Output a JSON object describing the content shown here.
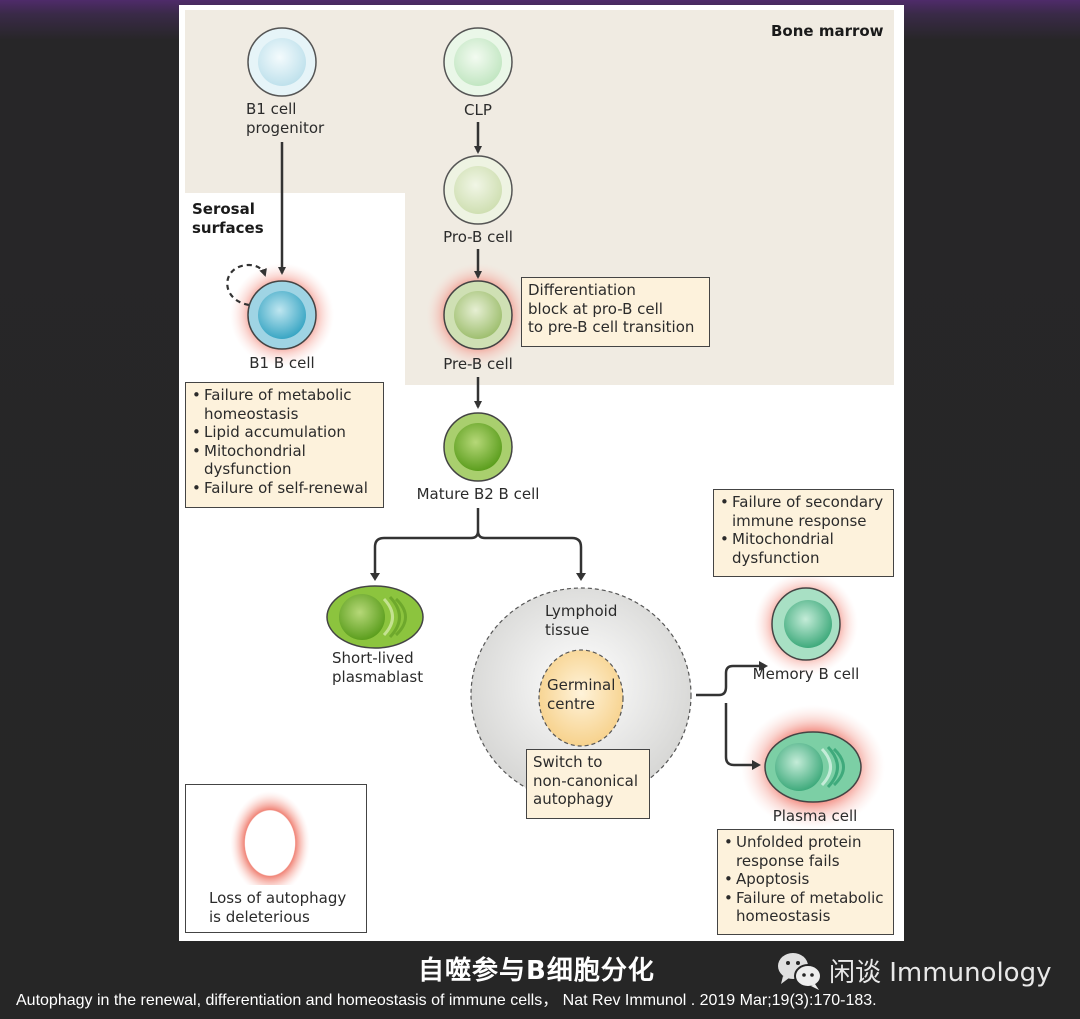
{
  "figure": {
    "regions": {
      "bone_marrow": "Bone marrow",
      "serosal_surfaces_line1": "Serosal",
      "serosal_surfaces_line2": "surfaces",
      "lymphoid_tissue_line1": "Lymphoid",
      "lymphoid_tissue_line2": "tissue",
      "germinal_centre_line1": "Germinal",
      "germinal_centre_line2": "centre"
    },
    "cells": {
      "b1_progenitor": [
        "B1 cell",
        "progenitor"
      ],
      "clp": "CLP",
      "pro_b": "Pro-B cell",
      "b1_b": "B1 B cell",
      "pre_b": "Pre-B cell",
      "mature_b2": "Mature B2 B cell",
      "plasmablast": [
        "Short-lived",
        "plasmablast"
      ],
      "memory_b": "Memory B cell",
      "plasma": "Plasma cell"
    },
    "notes": {
      "differentiation_block": [
        "Differentiation",
        "block at pro-B cell",
        "to pre-B cell transition"
      ],
      "b1_defects": [
        "Failure of metabolic homeostasis",
        "Lipid accumulation",
        "Mitochondrial dysfunction",
        "Failure of self-renewal"
      ],
      "memory_defects": [
        "Failure of secondary immune response",
        "Mitochondrial dysfunction"
      ],
      "switch": [
        "Switch to",
        "non-canonical",
        "autophagy"
      ],
      "plasma_defects": [
        "Unfolded protein response fails",
        "Apoptosis",
        "Failure of metabolic homeostasis"
      ]
    },
    "legend": [
      "Loss of autophagy",
      "is deleterious"
    ],
    "colors": {
      "bone_marrow_bg": "#f0ebe2",
      "note_bg": "#fdf2dc",
      "halo": "#f08a7e",
      "b1_blue": "#5fb8d0",
      "pre_green": "#a8c878",
      "mature_green": "#6aaa2a",
      "memory_green": "#4cb88a"
    }
  },
  "caption": {
    "title_cn": "自噬参与B细胞分化",
    "brand": "闲谈 Immunology",
    "citation": "Autophagy in the renewal, differentiation and homeostasis of immune cells， Nat Rev Immunol . 2019 Mar;19(3):170-183."
  }
}
